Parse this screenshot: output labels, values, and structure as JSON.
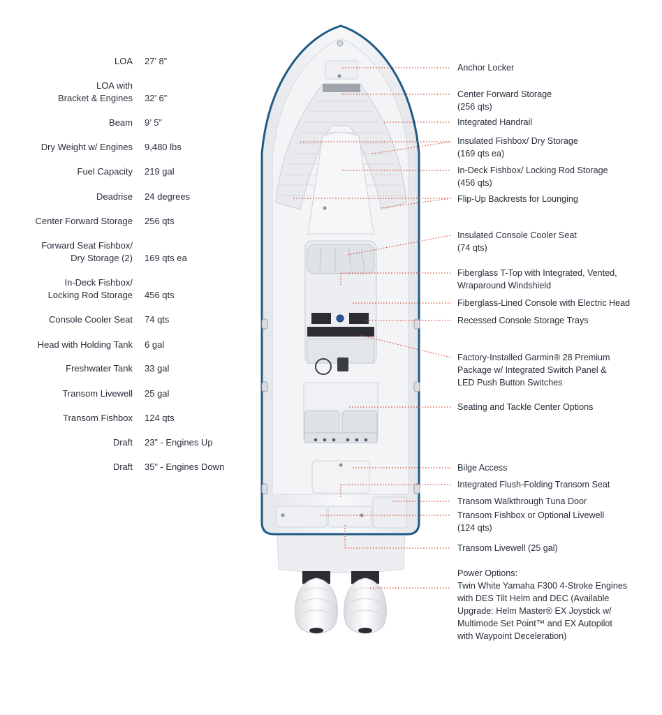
{
  "specs": [
    {
      "label": "LOA",
      "value": "27’ 8”"
    },
    {
      "label_lines": [
        "LOA with",
        "Bracket & Engines"
      ],
      "value": "32’ 6”"
    },
    {
      "label": "Beam",
      "value": "9’ 5”"
    },
    {
      "label": "Dry Weight w/ Engines",
      "value": "9,480 lbs"
    },
    {
      "label": "Fuel Capacity",
      "value": "219 gal"
    },
    {
      "label": "Deadrise",
      "value": "24 degrees"
    },
    {
      "label": "Center Forward Storage",
      "value": "256 qts"
    },
    {
      "label_lines": [
        "Forward Seat Fishbox/",
        "Dry Storage (2)"
      ],
      "value": "169 qts ea"
    },
    {
      "label_lines": [
        "In-Deck Fishbox/",
        "Locking Rod Storage"
      ],
      "value": "456 qts"
    },
    {
      "label": "Console Cooler Seat",
      "value": "74 qts"
    },
    {
      "label": "Head with Holding Tank",
      "value": "6 gal"
    },
    {
      "label": "Freshwater Tank",
      "value": "33 gal"
    },
    {
      "label": "Transom Livewell",
      "value": "25 gal"
    },
    {
      "label": "Transom Fishbox",
      "value": "124 qts"
    },
    {
      "label": "Draft",
      "value": "23” - Engines Up"
    },
    {
      "label": "Draft",
      "value": "35” - Engines Down"
    }
  ],
  "callouts": [
    {
      "lines": [
        "Anchor Locker"
      ]
    },
    {
      "lines": [
        "Center Forward Storage",
        "(256 qts)"
      ]
    },
    {
      "lines": [
        "Integrated Handrail"
      ]
    },
    {
      "lines": [
        "Insulated Fishbox/ Dry Storage",
        "(169 qts ea)"
      ]
    },
    {
      "lines": [
        "In-Deck Fishbox/ Locking Rod Storage",
        "(456 qts)"
      ]
    },
    {
      "lines": [
        "Flip-Up Backrests for Lounging"
      ]
    },
    {
      "lines": [
        "Insulated Console Cooler Seat",
        "(74 qts)"
      ]
    },
    {
      "lines": [
        "Fiberglass T-Top with Integrated, Vented,",
        "Wraparound Windshield"
      ]
    },
    {
      "lines": [
        "Fiberglass-Lined Console with Electric Head"
      ]
    },
    {
      "lines": [
        "Recessed Console Storage Trays"
      ]
    },
    {
      "lines": [
        "Factory-Installed Garmin® 28 Premium",
        "Package w/ Integrated Switch Panel &",
        "LED Push Button Switches"
      ]
    },
    {
      "lines": [
        "Seating and Tackle Center Options"
      ]
    },
    {
      "lines": [
        "Bilge Access"
      ]
    },
    {
      "lines": [
        "Integrated Flush-Folding Transom Seat"
      ]
    },
    {
      "lines": [
        "Transom Walkthrough Tuna Door"
      ]
    },
    {
      "lines": [
        "Transom Fishbox or Optional Livewell",
        "(124 qts)"
      ]
    },
    {
      "lines": [
        "Transom Livewell (25 gal)"
      ]
    },
    {
      "lines": [
        "Power Options:",
        "Twin White Yamaha F300 4-Stroke Engines",
        "with DES Tilt Helm and DEC (Available",
        "Upgrade: Helm Master® EX Joystick w/",
        "Multimode Set Point™ and EX Autopilot",
        "with Waypoint Deceleration)"
      ]
    }
  ],
  "colors": {
    "hull_outline": "#1f5a86",
    "leader_line": "#d9483a",
    "deck": "#f1f2f4",
    "text": "#2b2b3a"
  }
}
